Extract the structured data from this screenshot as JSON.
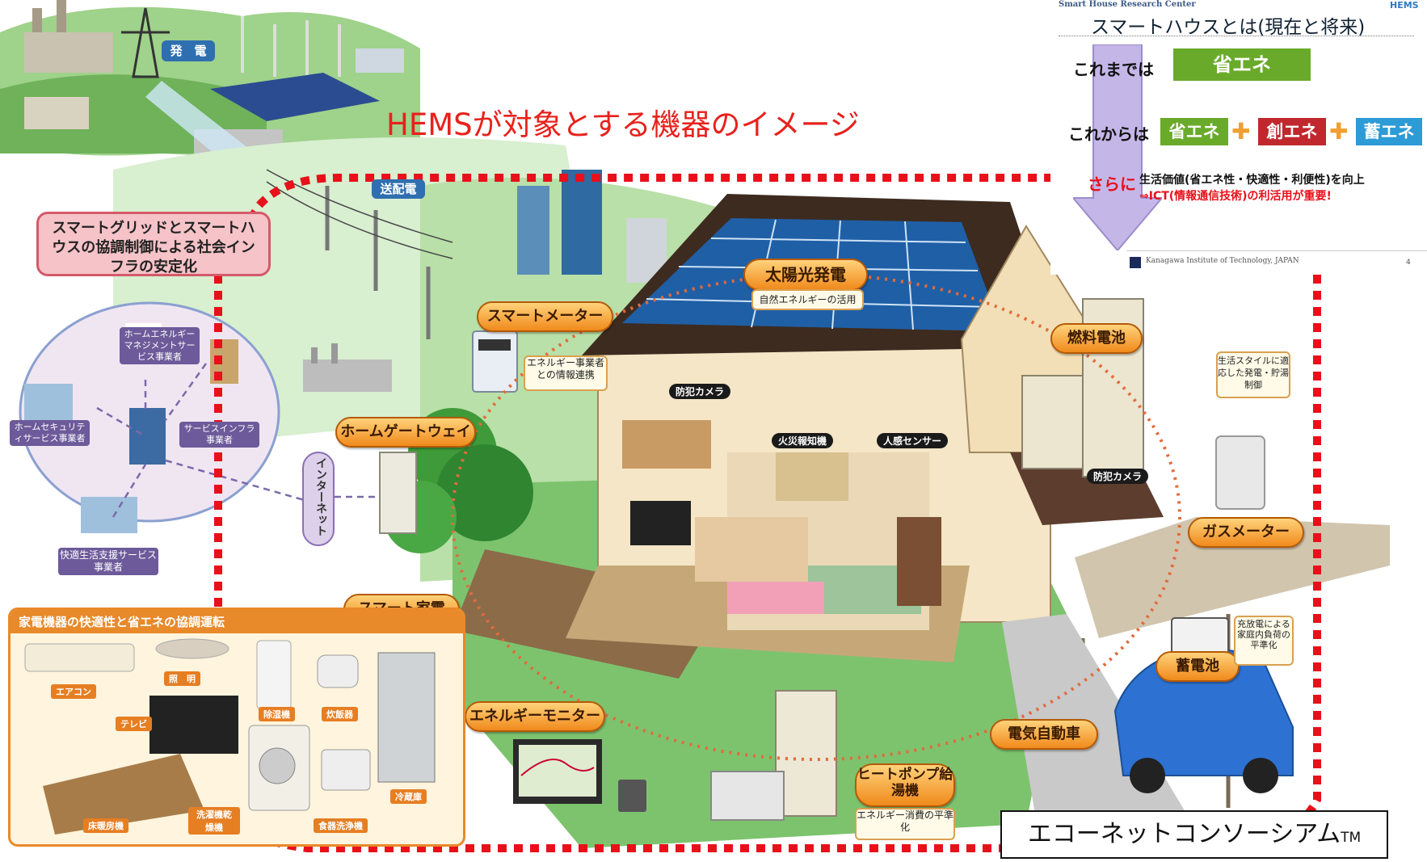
{
  "main_title": "HEMSが対象とする機器のイメージ",
  "colors": {
    "title": "#e8211c",
    "dotted_border": "#e8101a",
    "pill_fill": "#f5a623",
    "green": "#6aaa2a",
    "red": "#c0282e",
    "blue": "#2c9bd6"
  },
  "power": {
    "generation": "発　電",
    "transmission": "送配電"
  },
  "smartgrid_box": "スマートグリッドとスマートハウスの協調制御による社会インフラの安定化",
  "services": {
    "hems_provider": "ホームエネルギーマネジメントサービス事業者",
    "security_provider": "ホームセキュリティサービス事業者",
    "infra_provider": "サービスインフラ事業者",
    "life_support": "快適生活支援サービス事業者",
    "internet": "インターネット"
  },
  "house_labels": {
    "solar": "太陽光発電",
    "solar_note": "自然エネルギーの活用",
    "smart_meter": "スマートメーター",
    "smart_meter_note": "エネルギー事業者との情報連携",
    "home_gateway": "ホームゲートウェイ",
    "smart_appliance": "スマート家電",
    "energy_monitor": "エネルギーモニター",
    "fuel_cell": "燃料電池",
    "fuel_cell_note": "生活スタイルに適応した発電・貯湯制御",
    "gas_meter": "ガスメーター",
    "storage": "蓄電池",
    "storage_note": "充放電による家庭内負荷の平準化",
    "ev": "電気自動車",
    "heatpump": "ヒートポンプ給湯機",
    "heatpump_note": "エネルギー消費の平準化",
    "security_camera_1": "防犯カメラ",
    "security_camera_2": "防犯カメラ",
    "fire_alarm": "火災報知機",
    "motion_sensor": "人感センサー"
  },
  "appliances": {
    "box_title": "家電機器の快適性と省エネの協調運転",
    "aircon": "エアコン",
    "lighting": "照　明",
    "tv": "テレビ",
    "dehumidifier": "除湿機",
    "rice_cooker": "炊飯器",
    "fridge": "冷蔵庫",
    "floor_heating": "床暖房機",
    "washer": "洗濯機乾燥機",
    "dishwasher": "食器洗浄機"
  },
  "slide": {
    "header": "Smart House Research Center",
    "logo": "HEMS",
    "title": "スマートハウスとは(現在と将来)",
    "until_now": "これまでは",
    "eco": "省エネ",
    "from_now": "これからは",
    "eco2": "省エネ",
    "create": "創エネ",
    "store": "蓄エネ",
    "moreover": "さらに",
    "line1": "生活価値(省エネ性・快適性・利便性)を向上",
    "line2": "⇒ICT(情報通信技術)の利活用が重要!",
    "footer": "Kanagawa Institute of Technology, JAPAN",
    "page": "4"
  },
  "consortium": "エコーネットコンソーシアム",
  "tm": "TM"
}
